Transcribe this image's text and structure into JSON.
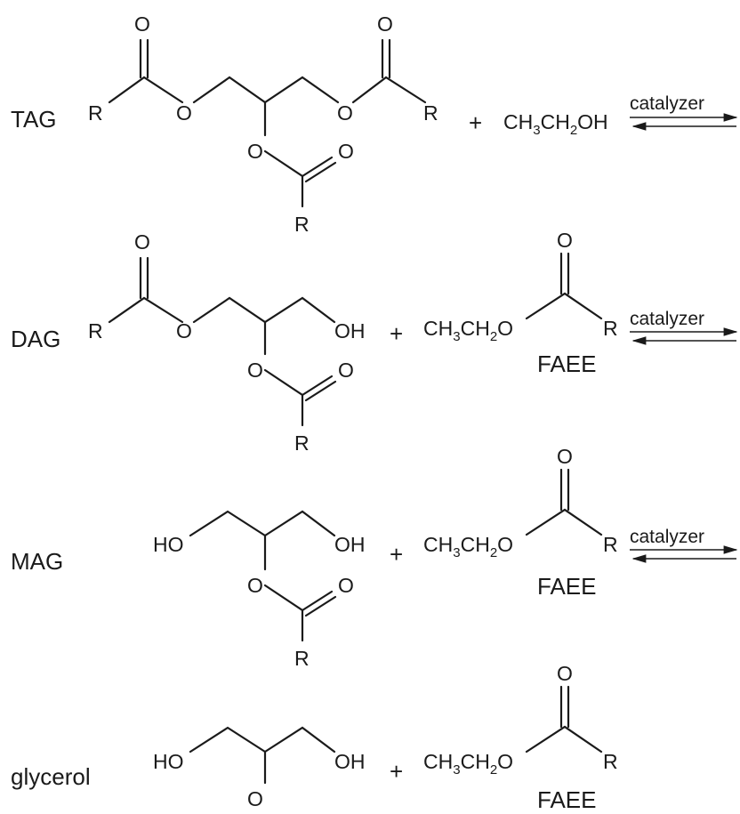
{
  "rows": [
    {
      "label": "TAG",
      "plus": "+",
      "ethanol": {
        "p1": "CH",
        "s1": "3",
        "p2": "CH",
        "s2": "2",
        "p3": "OH"
      },
      "catalyst": "catalyzer"
    },
    {
      "label": "DAG",
      "plus": "+",
      "ester": {
        "p1": "CH",
        "s1": "3",
        "p2": "CH",
        "s2": "2",
        "p3": "O"
      },
      "product_label": "FAEE",
      "catalyst": "catalyzer"
    },
    {
      "label": "MAG",
      "plus": "+",
      "ester": {
        "p1": "CH",
        "s1": "3",
        "p2": "CH",
        "s2": "2",
        "p3": "O"
      },
      "product_label": "FAEE",
      "catalyst": "catalyzer"
    },
    {
      "label": "glycerol",
      "plus": "+",
      "ester": {
        "p1": "CH",
        "s1": "3",
        "p2": "CH",
        "s2": "2",
        "p3": "O"
      },
      "product_label": "FAEE"
    }
  ],
  "atoms": {
    "O": "O",
    "R": "R",
    "OH": "OH",
    "HO": "HO"
  }
}
